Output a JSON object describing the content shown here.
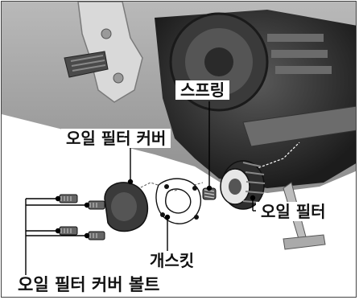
{
  "labels": {
    "oil_filter_cover": "오일 필터 커버",
    "spring": "스프링",
    "oil_filter": "오일 필터",
    "gasket": "개스킷",
    "oil_filter_cover_bolt": "오일 필터 커버 볼트"
  },
  "colors": {
    "background": "#ffffff",
    "engine_light": "#cfcfcf",
    "engine_mid": "#8a8a8a",
    "engine_dark": "#2a2a2a",
    "line": "#000000"
  }
}
